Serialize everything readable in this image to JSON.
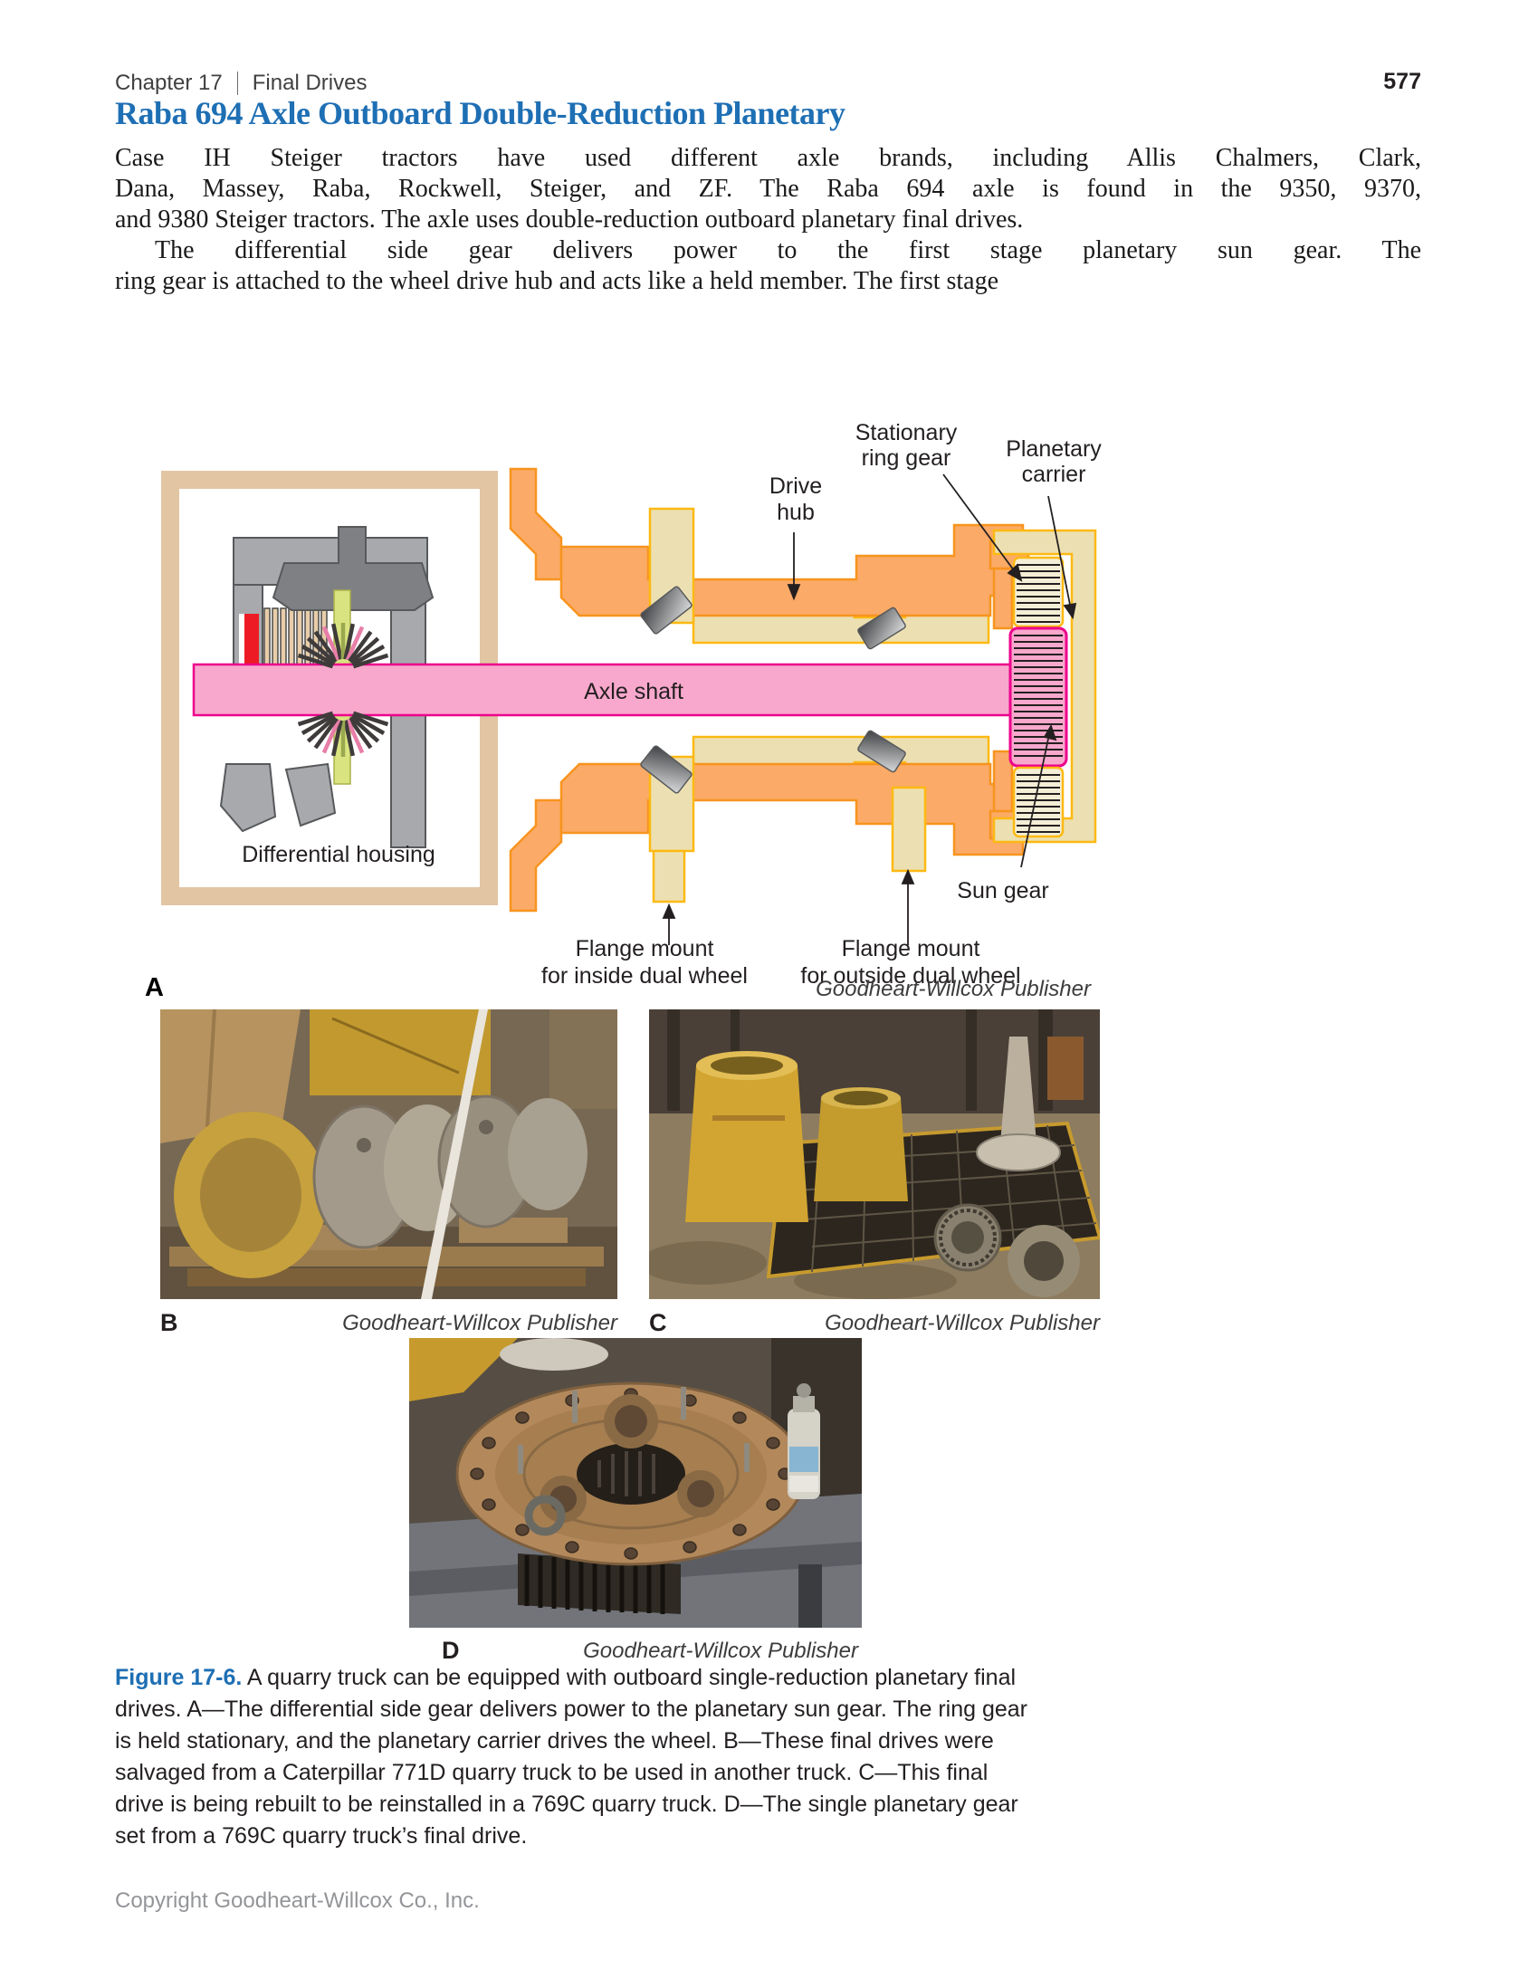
{
  "header": {
    "chapter": "Chapter 17",
    "section": "Final Drives",
    "page_number": "577"
  },
  "article": {
    "title": "Raba 694 Axle Outboard Double-Reduction Planetary",
    "paragraph1_lines": [
      "Case IH Steiger tractors have used different axle brands, including Allis Chalmers, Clark,",
      "Dana, Massey, Raba, Rockwell, Steiger, and ZF. The Raba 694 axle is found in the 9350, 9370,",
      "and 9380 Steiger tractors. The axle uses double-reduction outboard planetary final drives."
    ],
    "paragraph2_lines": [
      "The differential side gear delivers power to the first stage planetary sun gear. The",
      "ring gear is attached to the wheel drive hub and acts like a held member. The first stage"
    ]
  },
  "diagram": {
    "labels": {
      "stationary_ring_gear": [
        "Stationary",
        "ring gear"
      ],
      "planetary_carrier": [
        "Planetary",
        "carrier"
      ],
      "drive_hub": [
        "Drive",
        "hub"
      ],
      "axle_shaft": "Axle shaft",
      "differential_housing": "Differential housing",
      "sun_gear": "Sun gear",
      "flange_inside": [
        "Flange mount",
        "for inside dual wheel"
      ],
      "flange_outside": [
        "Flange mount",
        "for outside dual wheel"
      ]
    },
    "colors": {
      "housing_tan": "#e2c5a3",
      "orange": "#fbaa67",
      "orange_stroke": "#f7941e",
      "khaki": "#ece0b2",
      "khaki_stroke": "#fdb913",
      "pink": "#f8a8cc",
      "pink_stroke": "#ec008c",
      "green": "#d9e480",
      "gray_light": "#a7a9ac",
      "gray_dark": "#7e8083",
      "gray_stroke": "#58595b",
      "red": "#ed1c24",
      "title_blue": "#1e6fb4"
    }
  },
  "panels": {
    "a": "A",
    "b": "B",
    "c": "C",
    "d": "D"
  },
  "attribution": "Goodheart-Willcox Publisher",
  "figure_caption": {
    "number": "Figure 17-6.",
    "lines": [
      "A quarry truck can be equipped with outboard single-reduction planetary final",
      "drives. A—The differential side gear delivers power to the planetary sun gear. The ring gear",
      "is held stationary, and the planetary carrier drives the wheel. B—These final drives were",
      "salvaged from a Caterpillar 771D quarry truck to be used in another truck. C—This final",
      "drive is being rebuilt to be reinstalled in a 769C quarry truck. D—The single planetary gear",
      "set from a 769C quarry truck’s final drive."
    ]
  },
  "footer": {
    "copyright": "Copyright Goodheart-Willcox Co., Inc."
  }
}
